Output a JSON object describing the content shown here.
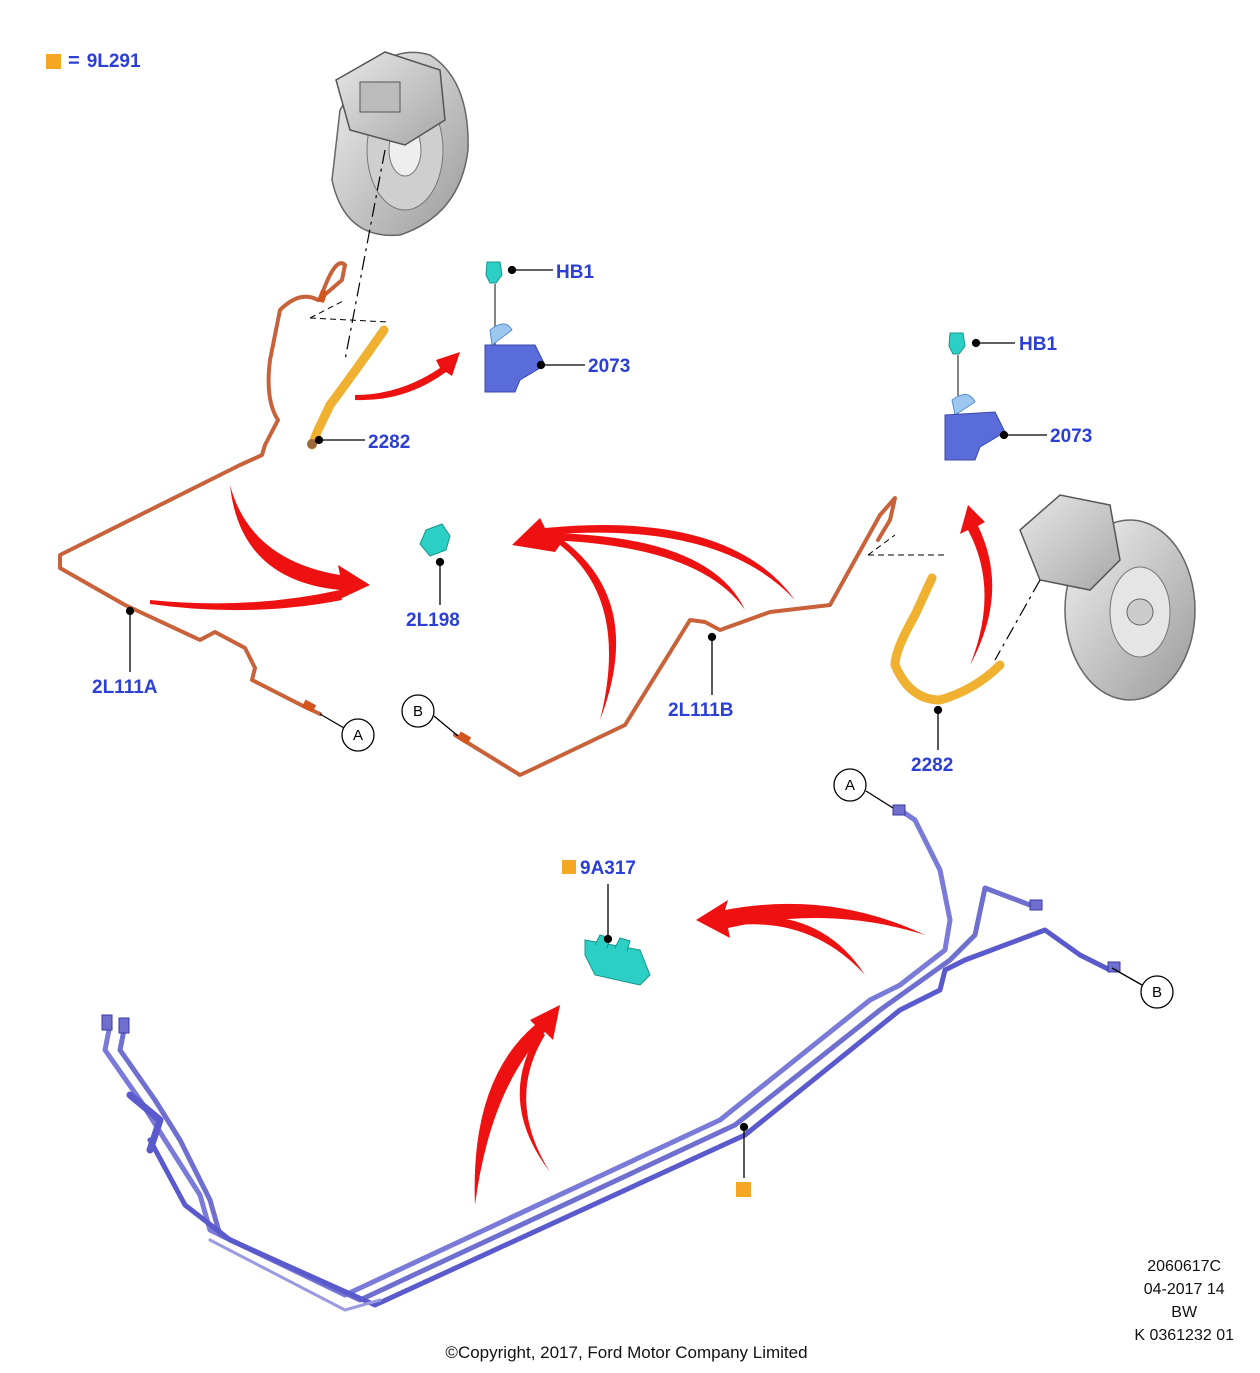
{
  "legend": {
    "symbol": "orange-square",
    "equals": "=",
    "code": "9L291"
  },
  "labels": {
    "hb1_top": "HB1",
    "bracket_2073_top": "2073",
    "hose_2282_top": "2282",
    "clip_2l198": "2L198",
    "pipe_2l111a": "2L111A",
    "pipe_2l111b": "2L111B",
    "hb1_right": "HB1",
    "bracket_2073_right": "2073",
    "hose_2282_right": "2282",
    "clip_9a317": "9A317"
  },
  "connectors": {
    "a_left": "A",
    "b_mid": "B",
    "a_lower": "A",
    "b_lower": "B"
  },
  "meta": {
    "code": "2060617C",
    "date": "04-2017 14",
    "region": "BW",
    "ref": "K 0361232 01"
  },
  "copyright": "©Copyright, 2017, Ford Motor Company Limited",
  "colors": {
    "label_blue": "#2b3fd6",
    "arrow_red": "#ee1111",
    "pipe_copper": "#c8623a",
    "hose_yellow": "#f0b030",
    "clip_cyan": "#2ccfc4",
    "bracket_blue": "#5a6cd9",
    "lower_pipe": "#6f6fd0",
    "legend_orange": "#f5a623"
  }
}
